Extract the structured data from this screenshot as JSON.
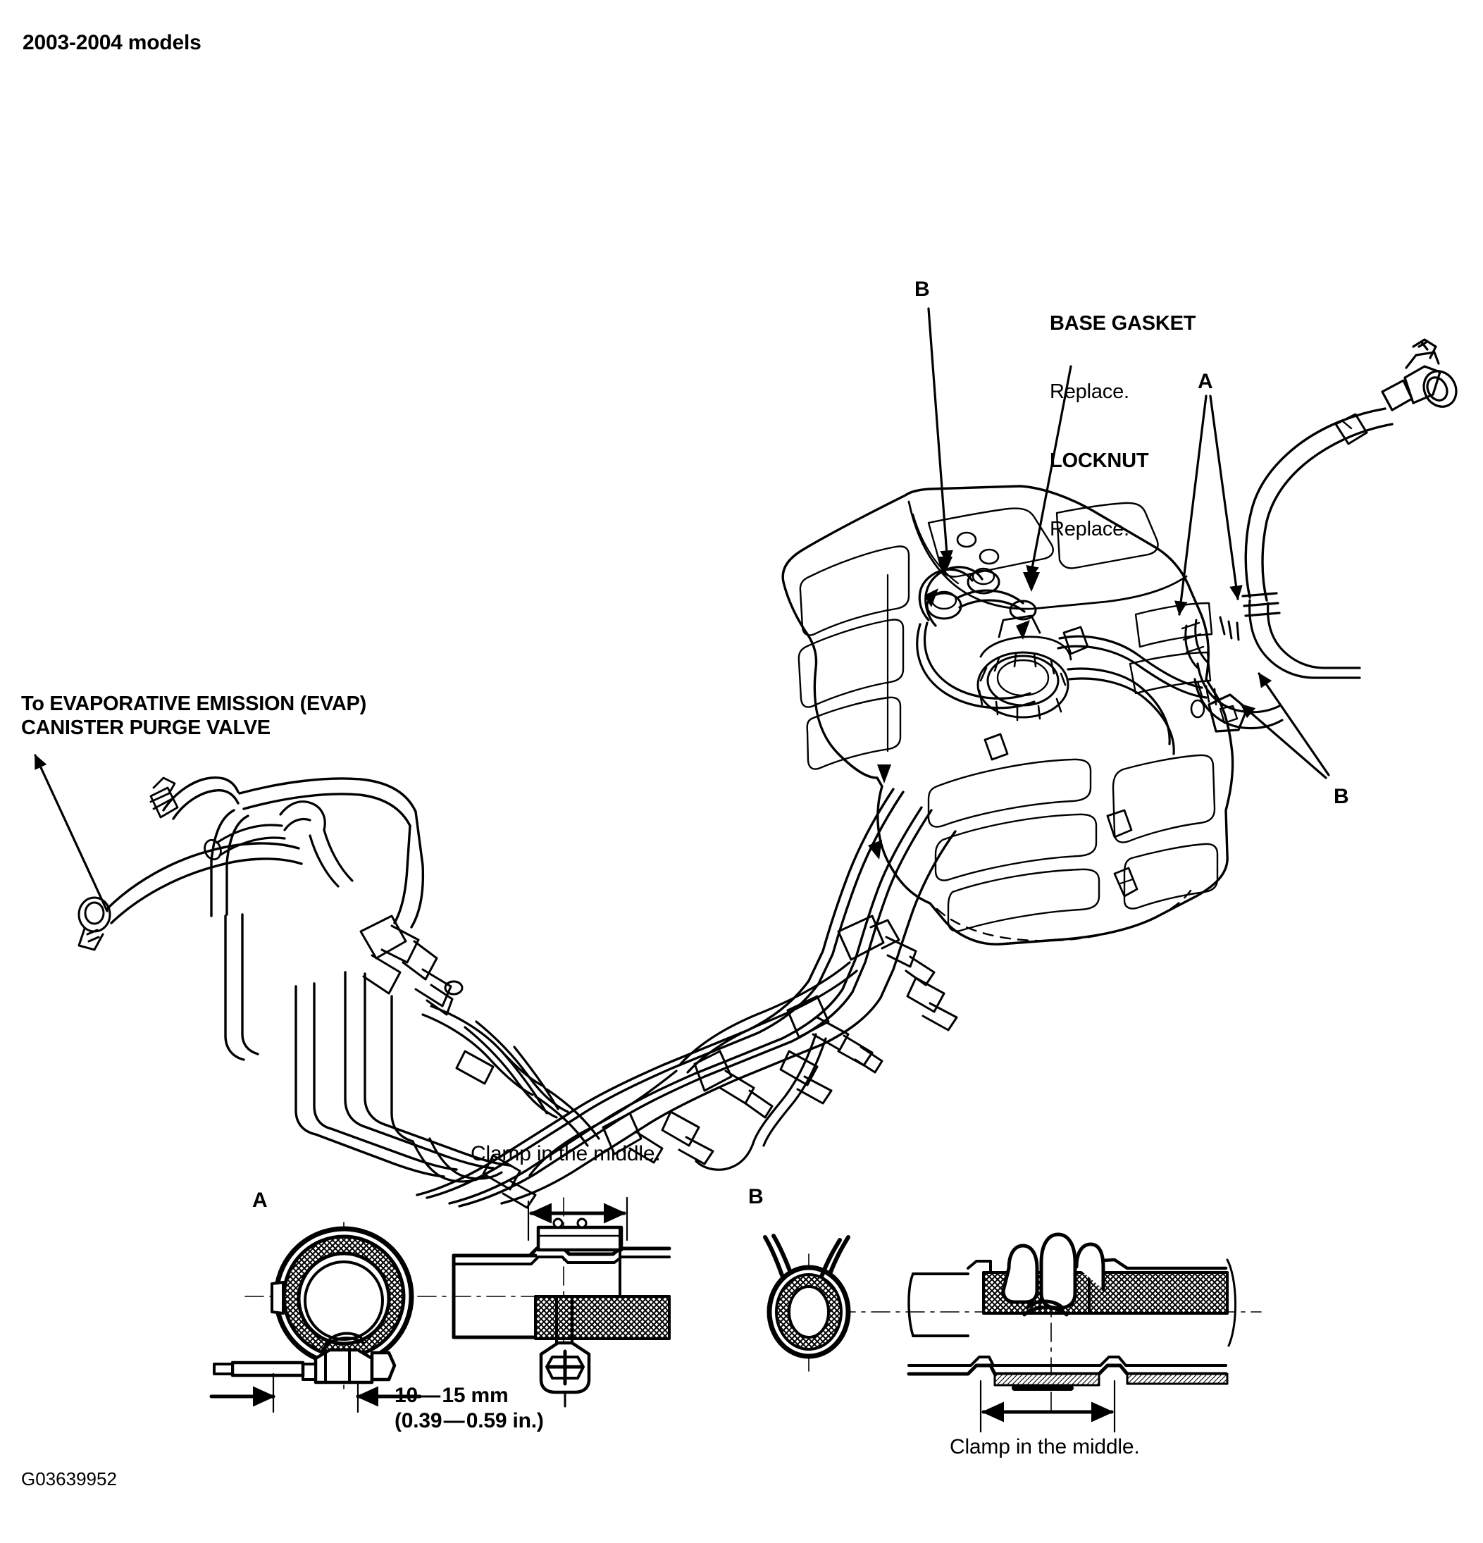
{
  "document": {
    "title": "2003-2004 models",
    "figure_code": "G03639952",
    "type": "fuel-line-routing-diagram"
  },
  "main_diagram": {
    "callouts": [
      {
        "id": "label-b-top",
        "text": "B"
      },
      {
        "id": "label-a-right",
        "text": "A"
      },
      {
        "id": "label-b-right",
        "text": "B"
      }
    ],
    "base_gasket_note": {
      "line1": "BASE GASKET",
      "line2": "Replace.",
      "line3": "LOCKNUT",
      "line4": "Replace."
    },
    "evap_note": {
      "line1": "To EVAPORATIVE EMISSION (EVAP)",
      "line2": "CANISTER PURGE VALVE"
    }
  },
  "detail_a": {
    "letter": "A",
    "clamp_note": "Clamp in the middle.",
    "dimension_mm": "10 — 15 mm",
    "dimension_in": "(0.39 — 0.59 in.)"
  },
  "detail_b": {
    "letter": "B",
    "clamp_note": "Clamp in the middle."
  },
  "colors": {
    "ink": "#000000",
    "paper": "#ffffff"
  }
}
